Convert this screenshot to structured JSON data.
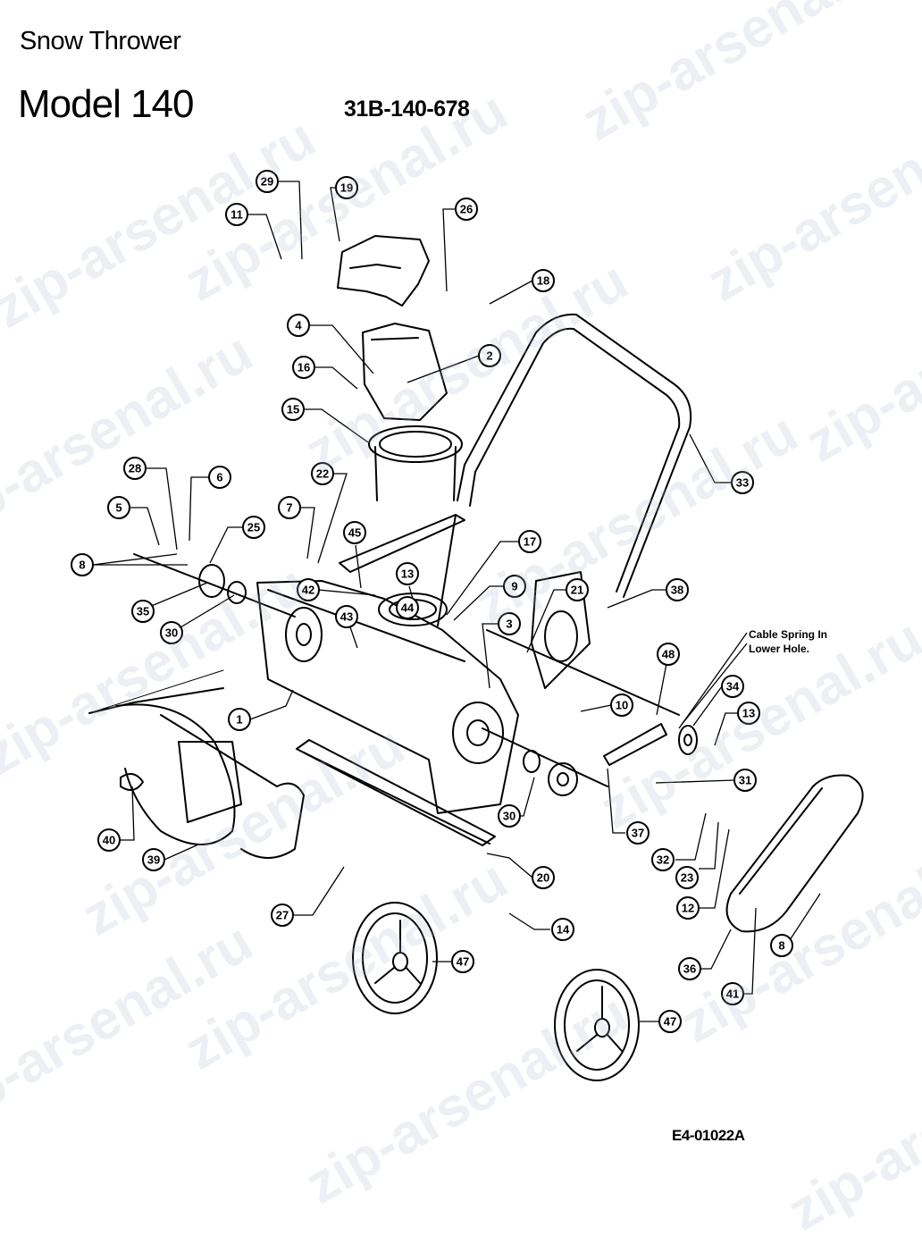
{
  "header": {
    "title": "Snow Thrower",
    "model": "Model 140",
    "part_code": "31B-140-678"
  },
  "note": {
    "cable_spring": "Cable Spring In\nLower Hole."
  },
  "footer": {
    "drawing_code": "E4-01022A"
  },
  "watermark": {
    "text": "zip-arsenal.ru"
  },
  "callouts": [
    "29",
    "19",
    "11",
    "26",
    "18",
    "4",
    "2",
    "16",
    "15",
    "33",
    "28",
    "6",
    "5",
    "7",
    "22",
    "25",
    "8",
    "45",
    "17",
    "13",
    "9",
    "21",
    "38",
    "42",
    "44",
    "35",
    "43",
    "3",
    "30",
    "1",
    "48",
    "34",
    "13",
    "10",
    "31",
    "40",
    "39",
    "30",
    "37",
    "32",
    "23",
    "20",
    "12",
    "27",
    "14",
    "36",
    "47",
    "47",
    "41",
    "8"
  ]
}
